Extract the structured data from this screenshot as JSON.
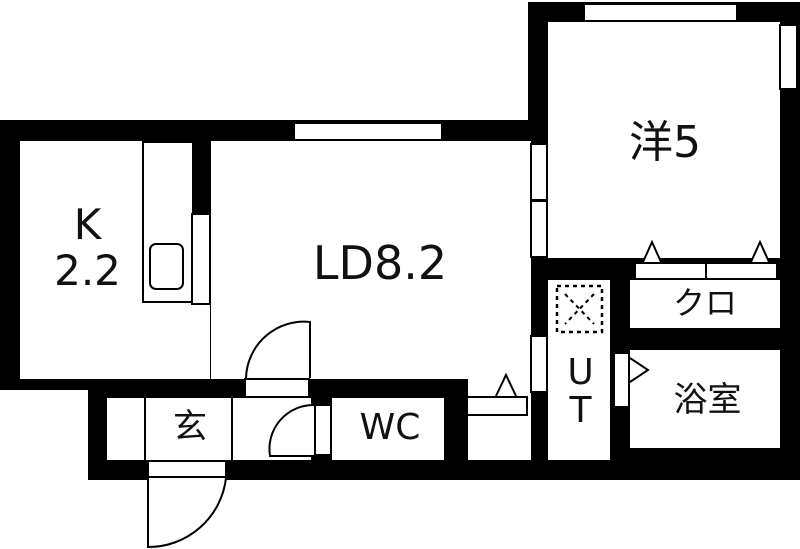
{
  "floorplan": {
    "rooms": [
      {
        "id": "kitchen",
        "label": "K\n2.2"
      },
      {
        "id": "living-dining",
        "label": "LD8.2"
      },
      {
        "id": "western-room",
        "label": "洋5"
      },
      {
        "id": "closet",
        "label": "クロ"
      },
      {
        "id": "bathroom",
        "label": "浴室"
      },
      {
        "id": "utility",
        "label": "U\nT"
      },
      {
        "id": "entrance",
        "label": "玄"
      },
      {
        "id": "toilet",
        "label": "WC"
      }
    ],
    "colors": {
      "wall": "#000000",
      "background": "#ffffff"
    }
  }
}
